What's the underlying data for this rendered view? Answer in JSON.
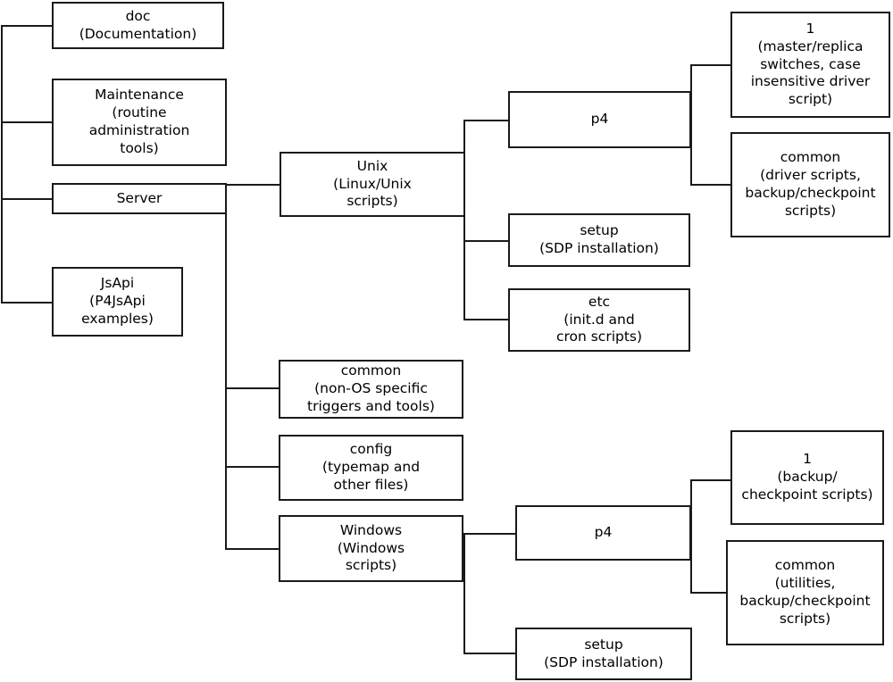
{
  "diagram": {
    "title": "SDP directory structure tree",
    "type": "tree",
    "line_color": "#1a1a1a",
    "box_fill": "#ffffff",
    "nodes": [
      {
        "id": "doc",
        "label": "doc\n(Documentation)"
      },
      {
        "id": "maintenance",
        "label": "Maintenance\n(routine\nadministration\ntools)"
      },
      {
        "id": "server",
        "label": "Server"
      },
      {
        "id": "jsapi",
        "label": "JsApi\n(P4JsApi\nexamples)"
      },
      {
        "id": "unix",
        "label": "Unix\n(Linux/Unix\nscripts)"
      },
      {
        "id": "unix-p4",
        "label": "p4"
      },
      {
        "id": "unix-p4-1",
        "label": "1\n(master/replica\nswitches, case\ninsensitive driver\nscript)"
      },
      {
        "id": "unix-p4-common",
        "label": "common\n(driver scripts,\nbackup/checkpoint\nscripts)"
      },
      {
        "id": "unix-setup",
        "label": "setup\n(SDP installation)"
      },
      {
        "id": "unix-etc",
        "label": "etc\n(init.d and\ncron scripts)"
      },
      {
        "id": "common",
        "label": "common\n(non-OS specific\ntriggers and tools)"
      },
      {
        "id": "config",
        "label": "config\n(typemap and\nother files)"
      },
      {
        "id": "windows",
        "label": "Windows\n(Windows\nscripts)"
      },
      {
        "id": "win-p4",
        "label": "p4"
      },
      {
        "id": "win-p4-1",
        "label": "1\n(backup/\ncheckpoint scripts)"
      },
      {
        "id": "win-p4-common",
        "label": "common\n(utilities,\nbackup/checkpoint\nscripts)"
      },
      {
        "id": "win-setup",
        "label": "setup\n(SDP installation)"
      }
    ]
  }
}
